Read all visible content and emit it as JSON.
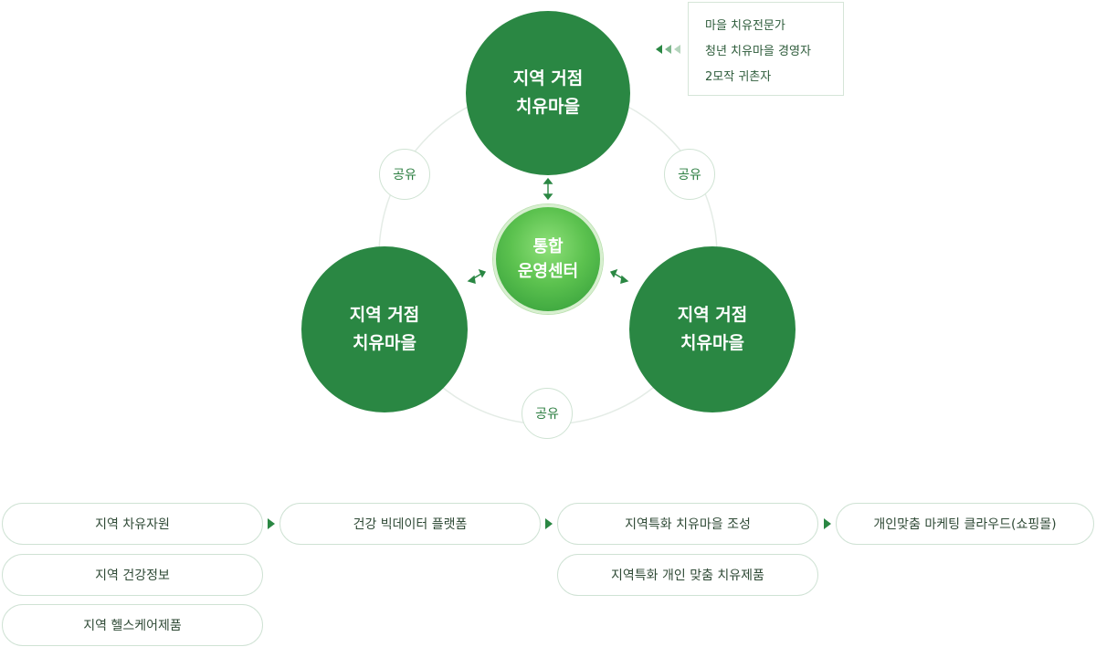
{
  "diagram": {
    "hub_top": {
      "line1": "지역 거점",
      "line2": "치유마을"
    },
    "hub_left": {
      "line1": "지역 거점",
      "line2": "치유마을"
    },
    "hub_right": {
      "line1": "지역 거점",
      "line2": "치유마을"
    },
    "center": {
      "line1": "통합",
      "line2": "운영센터"
    },
    "share_label": "공유",
    "roles": [
      "마을 치유전문가",
      "청년 치유마을 경영자",
      "2모작 귀촌자"
    ]
  },
  "flow": {
    "col1": [
      "지역 차유자원",
      "지역 건강정보",
      "지역 헬스케어제품"
    ],
    "col2": [
      "건강 빅데이터 플랫폼"
    ],
    "col3": [
      "지역특화 치유마을 조성",
      "지역특화 개인 맞춤 치유제품"
    ],
    "col4": [
      "개인맞춤 마케팅 클라우드(쇼핑몰)"
    ]
  },
  "colors": {
    "primary": "#2a8743",
    "center_light": "#5cc24f",
    "text_green": "#2a7d3f",
    "border": "#cfe2d4"
  }
}
